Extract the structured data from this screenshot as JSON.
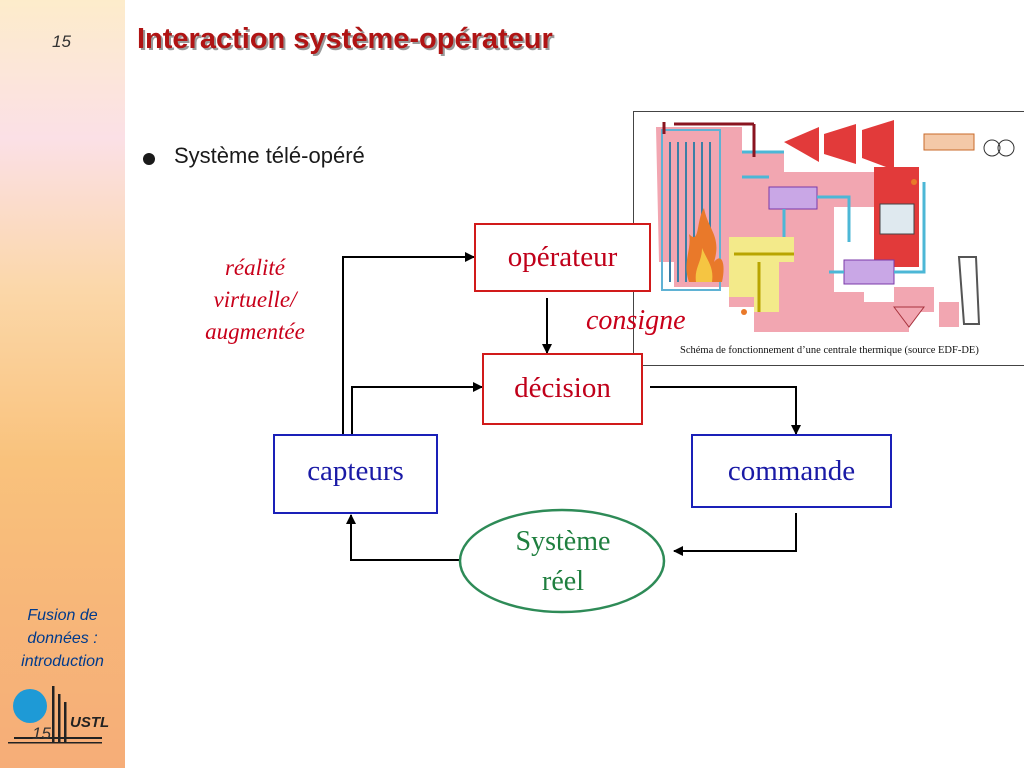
{
  "slide": {
    "page_number": "15",
    "title": "Interaction système-opérateur",
    "bullet": "Système télé-opéré"
  },
  "sidebar": {
    "footer_lines": [
      "Fusion de",
      "données :",
      "introduction"
    ],
    "logo_text": "USTL",
    "logo_page_number": "15"
  },
  "diagram": {
    "operator": "opérateur",
    "decision": "décision",
    "sensors": "capteurs",
    "command": "commande",
    "real_system_lines": [
      "Système",
      "réel"
    ],
    "augmented_reality_lines": [
      "réalité",
      "virtuelle/",
      "augmentée"
    ],
    "setpoint": "consigne"
  },
  "plant_figure": {
    "caption": "Schéma de fonctionnement d’une centrale thermique (source EDF-DE)"
  },
  "colors": {
    "title": "#b01414",
    "red_box": "#d11a1a",
    "blue_box": "#1a20b8",
    "system_ellipse": "#2e8b57"
  }
}
